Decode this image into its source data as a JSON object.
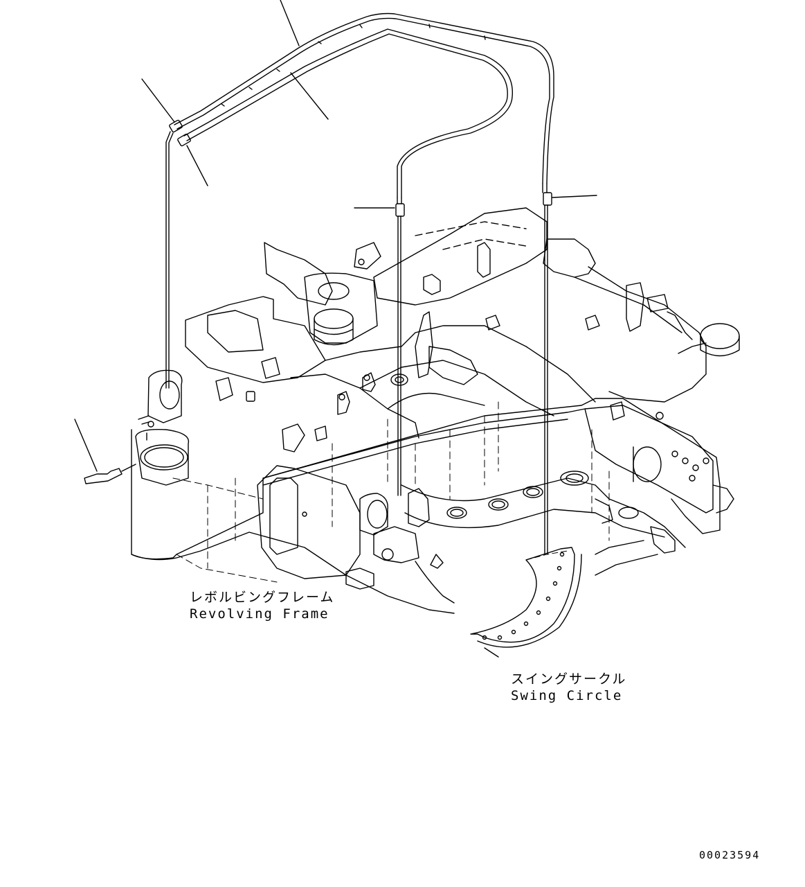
{
  "labels": {
    "revolving_frame_jp": "レボルビングフレーム",
    "revolving_frame_en": "Revolving Frame",
    "swing_circle_jp": "スイングサークル",
    "swing_circle_en": "Swing Circle"
  },
  "drawing_number": "00023594",
  "colors": {
    "line": "#000000",
    "background": "#ffffff"
  }
}
